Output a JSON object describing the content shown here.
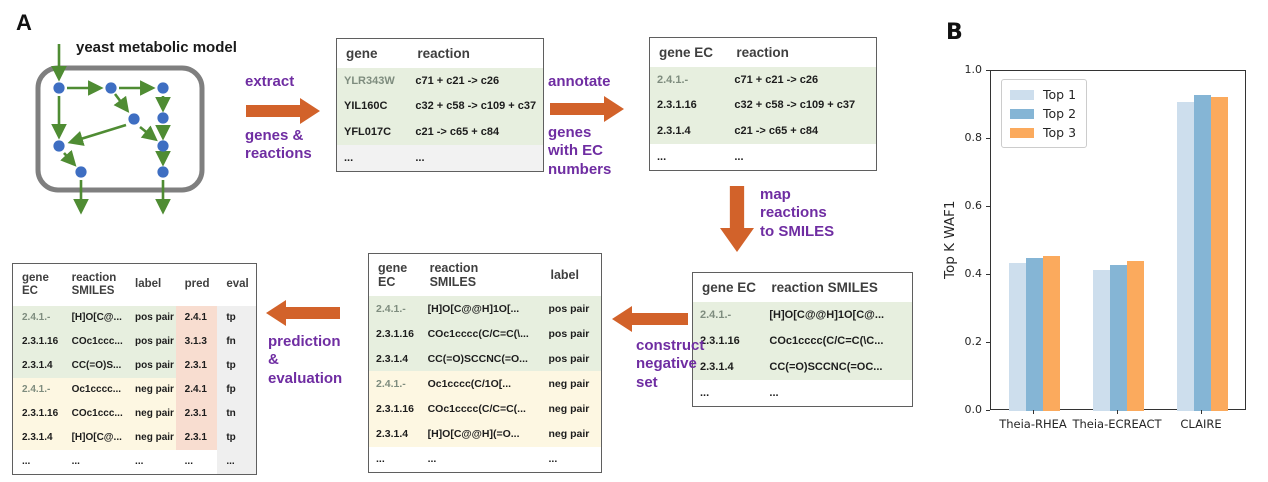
{
  "panel_a": {
    "label": "A",
    "model_title": "yeast metabolic model",
    "steps": {
      "extract": {
        "above": [
          "extract"
        ],
        "below": [
          "genes &",
          "reactions"
        ]
      },
      "annotate": {
        "above": [
          "annotate"
        ],
        "below": [
          "genes",
          "with EC",
          "numbers"
        ]
      },
      "map": {
        "side": [
          "map",
          "reactions",
          "to SMILES"
        ]
      },
      "construct": {
        "below": [
          "construct",
          "negative",
          "set"
        ]
      },
      "prediction": {
        "below": [
          "prediction",
          "&",
          "evaluation"
        ]
      }
    },
    "tables": {
      "t1": {
        "columns": [
          [
            "gene"
          ],
          [
            "reaction"
          ]
        ],
        "rows": [
          [
            "YLR343W",
            "c71 + c21 -> c26"
          ],
          [
            "YIL160C",
            "c32 + c58 -> c109 + c37"
          ],
          [
            "YFL017C",
            "c21 -> c65 + c84"
          ],
          [
            "...",
            "..."
          ]
        ],
        "row_styles": [
          "green",
          "green",
          "green",
          "gray"
        ]
      },
      "t2": {
        "columns": [
          [
            "gene EC"
          ],
          [
            "reaction"
          ]
        ],
        "rows": [
          [
            "2.4.1.-",
            "c71 + c21 -> c26"
          ],
          [
            "2.3.1.16",
            "c32 + c58 -> c109 + c37"
          ],
          [
            "2.3.1.4",
            "c21 -> c65 + c84"
          ],
          [
            "...",
            "..."
          ]
        ],
        "row_styles": [
          "green",
          "green",
          "green",
          "plain"
        ]
      },
      "t3": {
        "columns": [
          [
            "gene EC"
          ],
          [
            "reaction SMILES"
          ]
        ],
        "rows": [
          [
            "2.4.1.-",
            "[H]O[C@@H]1O[C@..."
          ],
          [
            "2.3.1.16",
            "COc1cccc(C/C=C(\\C..."
          ],
          [
            "2.3.1.4",
            "CC(=O)SCCNC(=OC..."
          ],
          [
            "...",
            "..."
          ]
        ],
        "row_styles": [
          "green",
          "green",
          "green",
          "plain"
        ]
      },
      "t4": {
        "columns": [
          [
            "gene",
            "EC"
          ],
          [
            "reaction",
            "SMILES"
          ],
          [
            "label"
          ]
        ],
        "rows": [
          [
            "2.4.1.-",
            "[H]O[C@@H]1O[...",
            "pos pair"
          ],
          [
            "2.3.1.16",
            "COc1cccc(C/C=C(\\...",
            "pos pair"
          ],
          [
            "2.3.1.4",
            "CC(=O)SCCNC(=O...",
            "pos pair"
          ],
          [
            "2.4.1.-",
            "Oc1cccc(C/1O[...",
            "neg pair"
          ],
          [
            "2.3.1.16",
            "COc1cccc(C/C=C(...",
            "neg pair"
          ],
          [
            "2.3.1.4",
            "[H]O[C@@H](=O...",
            "neg pair"
          ],
          [
            "...",
            "...",
            "..."
          ]
        ],
        "row_styles": [
          "green",
          "green",
          "green",
          "yellow",
          "yellow",
          "yellow",
          "plain"
        ]
      },
      "t5": {
        "columns": [
          [
            "gene",
            "EC"
          ],
          [
            "reaction",
            "SMILES"
          ],
          [
            "label"
          ],
          [
            "pred"
          ],
          [
            "eval"
          ]
        ],
        "rows": [
          [
            "2.4.1.-",
            "[H]O[C@...",
            "pos pair",
            "2.4.1",
            "tp"
          ],
          [
            "2.3.1.16",
            "COc1ccc...",
            "pos pair",
            "3.1.3",
            "fn"
          ],
          [
            "2.3.1.4",
            "CC(=O)S...",
            "pos pair",
            "2.3.1",
            "tp"
          ],
          [
            "2.4.1.-",
            "Oc1cccc...",
            "neg pair",
            "2.4.1",
            "fp"
          ],
          [
            "2.3.1.16",
            "COc1ccc...",
            "neg pair",
            "2.3.1",
            "tn"
          ],
          [
            "2.3.1.4",
            "[H]O[C@...",
            "neg pair",
            "2.3.1",
            "tp"
          ],
          [
            "...",
            "...",
            "...",
            "...",
            "..."
          ]
        ],
        "row_styles": [
          "green",
          "green",
          "green",
          "yellow",
          "yellow",
          "yellow",
          "plain"
        ]
      }
    }
  },
  "panel_b": {
    "label": "B"
  },
  "chart_data": {
    "type": "bar",
    "title": "",
    "categories": [
      "Theia-RHEA",
      "Theia-ECREACT",
      "CLAIRE"
    ],
    "series": [
      {
        "name": "Top 1",
        "color": "#cddeed",
        "values": [
          0.435,
          0.415,
          0.91
        ]
      },
      {
        "name": "Top 2",
        "color": "#85b5d5",
        "values": [
          0.45,
          0.43,
          0.93
        ]
      },
      {
        "name": "Top 3",
        "color": "#fbaa5d",
        "values": [
          0.455,
          0.44,
          0.925
        ]
      }
    ],
    "xlabel": "",
    "ylabel": "Top K WAF1",
    "ylim": [
      0.0,
      1.0
    ],
    "yticks": [
      "0.0",
      "0.2",
      "0.4",
      "0.6",
      "0.8",
      "1.0"
    ],
    "legend_position": "upper left",
    "grid": false
  },
  "colors": {
    "accent_orange": "#d2622a",
    "accent_purple": "#6f2da2",
    "row_green": "#e7efdf",
    "row_yellow": "#fdf7e2",
    "row_gray": "#f2f2f2",
    "pred_col_highlight": "#f8ddd0",
    "eval_col_highlight": "#efefef",
    "node_blue": "#3e6ec2",
    "edge_green": "#4f8c33",
    "model_box_gray": "#7f7f7f"
  }
}
